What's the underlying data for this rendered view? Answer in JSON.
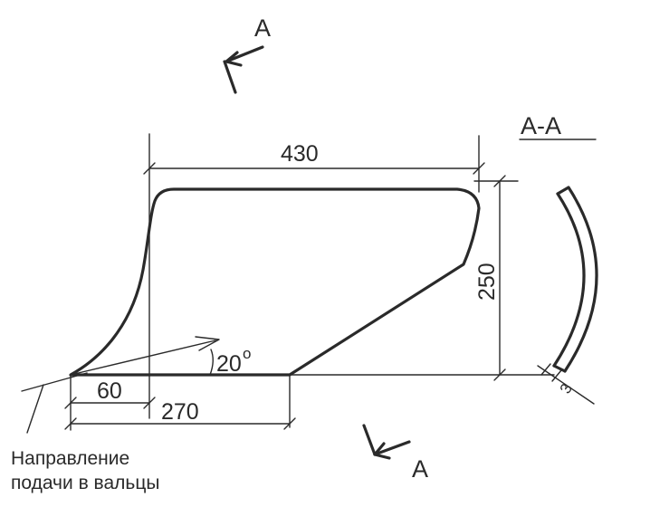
{
  "section_marks": {
    "top": "A",
    "bottom": "A",
    "section_title": "A-A"
  },
  "dimensions": {
    "top_width": "430",
    "height": "250",
    "bottom_inner": "60",
    "bottom_total": "270",
    "angle": "20",
    "angle_unit": "o",
    "thickness": "3"
  },
  "note": {
    "line1": "Направление",
    "line2": "подачи в вальцы"
  },
  "colors": {
    "ink": "#2a2a2a",
    "paper": "#ffffff"
  }
}
